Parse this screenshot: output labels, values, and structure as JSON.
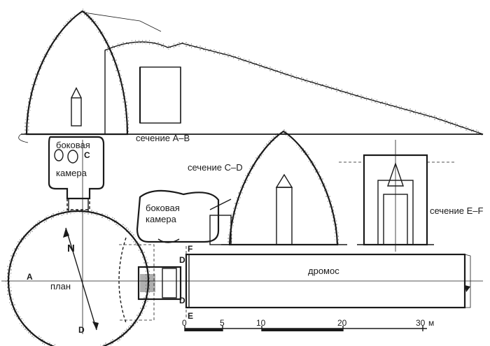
{
  "labels": {
    "section_ab": "сечение A–B",
    "section_cd": "сечение C–D",
    "section_ef": "сечение E–F",
    "side_chamber_top_1": "боковая",
    "side_chamber_top_2": "камера",
    "side_chamber_mid_1": "боковая",
    "side_chamber_mid_2": "камера",
    "plan": "план",
    "dromos": "дромос",
    "north": "N"
  },
  "points": {
    "A": "A",
    "C": "C",
    "D_bottom": "D",
    "D_right_1": "D",
    "D_right_2": "D",
    "F": "F",
    "E": "E"
  },
  "scale": {
    "unit": "м",
    "ticks": [
      "0",
      "5",
      "10",
      "20",
      "30"
    ]
  },
  "colors": {
    "ink": "#1a1a1a",
    "paper": "#ffffff"
  }
}
